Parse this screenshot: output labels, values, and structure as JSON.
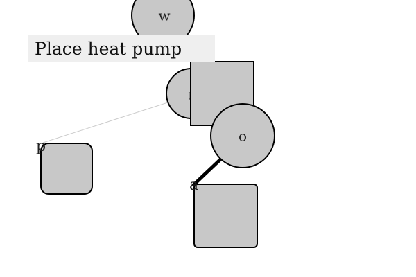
{
  "instruction": "Place heat pump",
  "colors": {
    "background": "#ffffff",
    "node_fill": "#c8c8c8",
    "stroke": "#000000",
    "thin_link": "#cccccc",
    "banner_bg": "#efefef"
  },
  "nodes": {
    "w": {
      "label": "w"
    },
    "r": {
      "label": "r"
    },
    "o": {
      "label": "o"
    },
    "p": {
      "label": "p"
    },
    "a": {
      "label": "a"
    }
  }
}
